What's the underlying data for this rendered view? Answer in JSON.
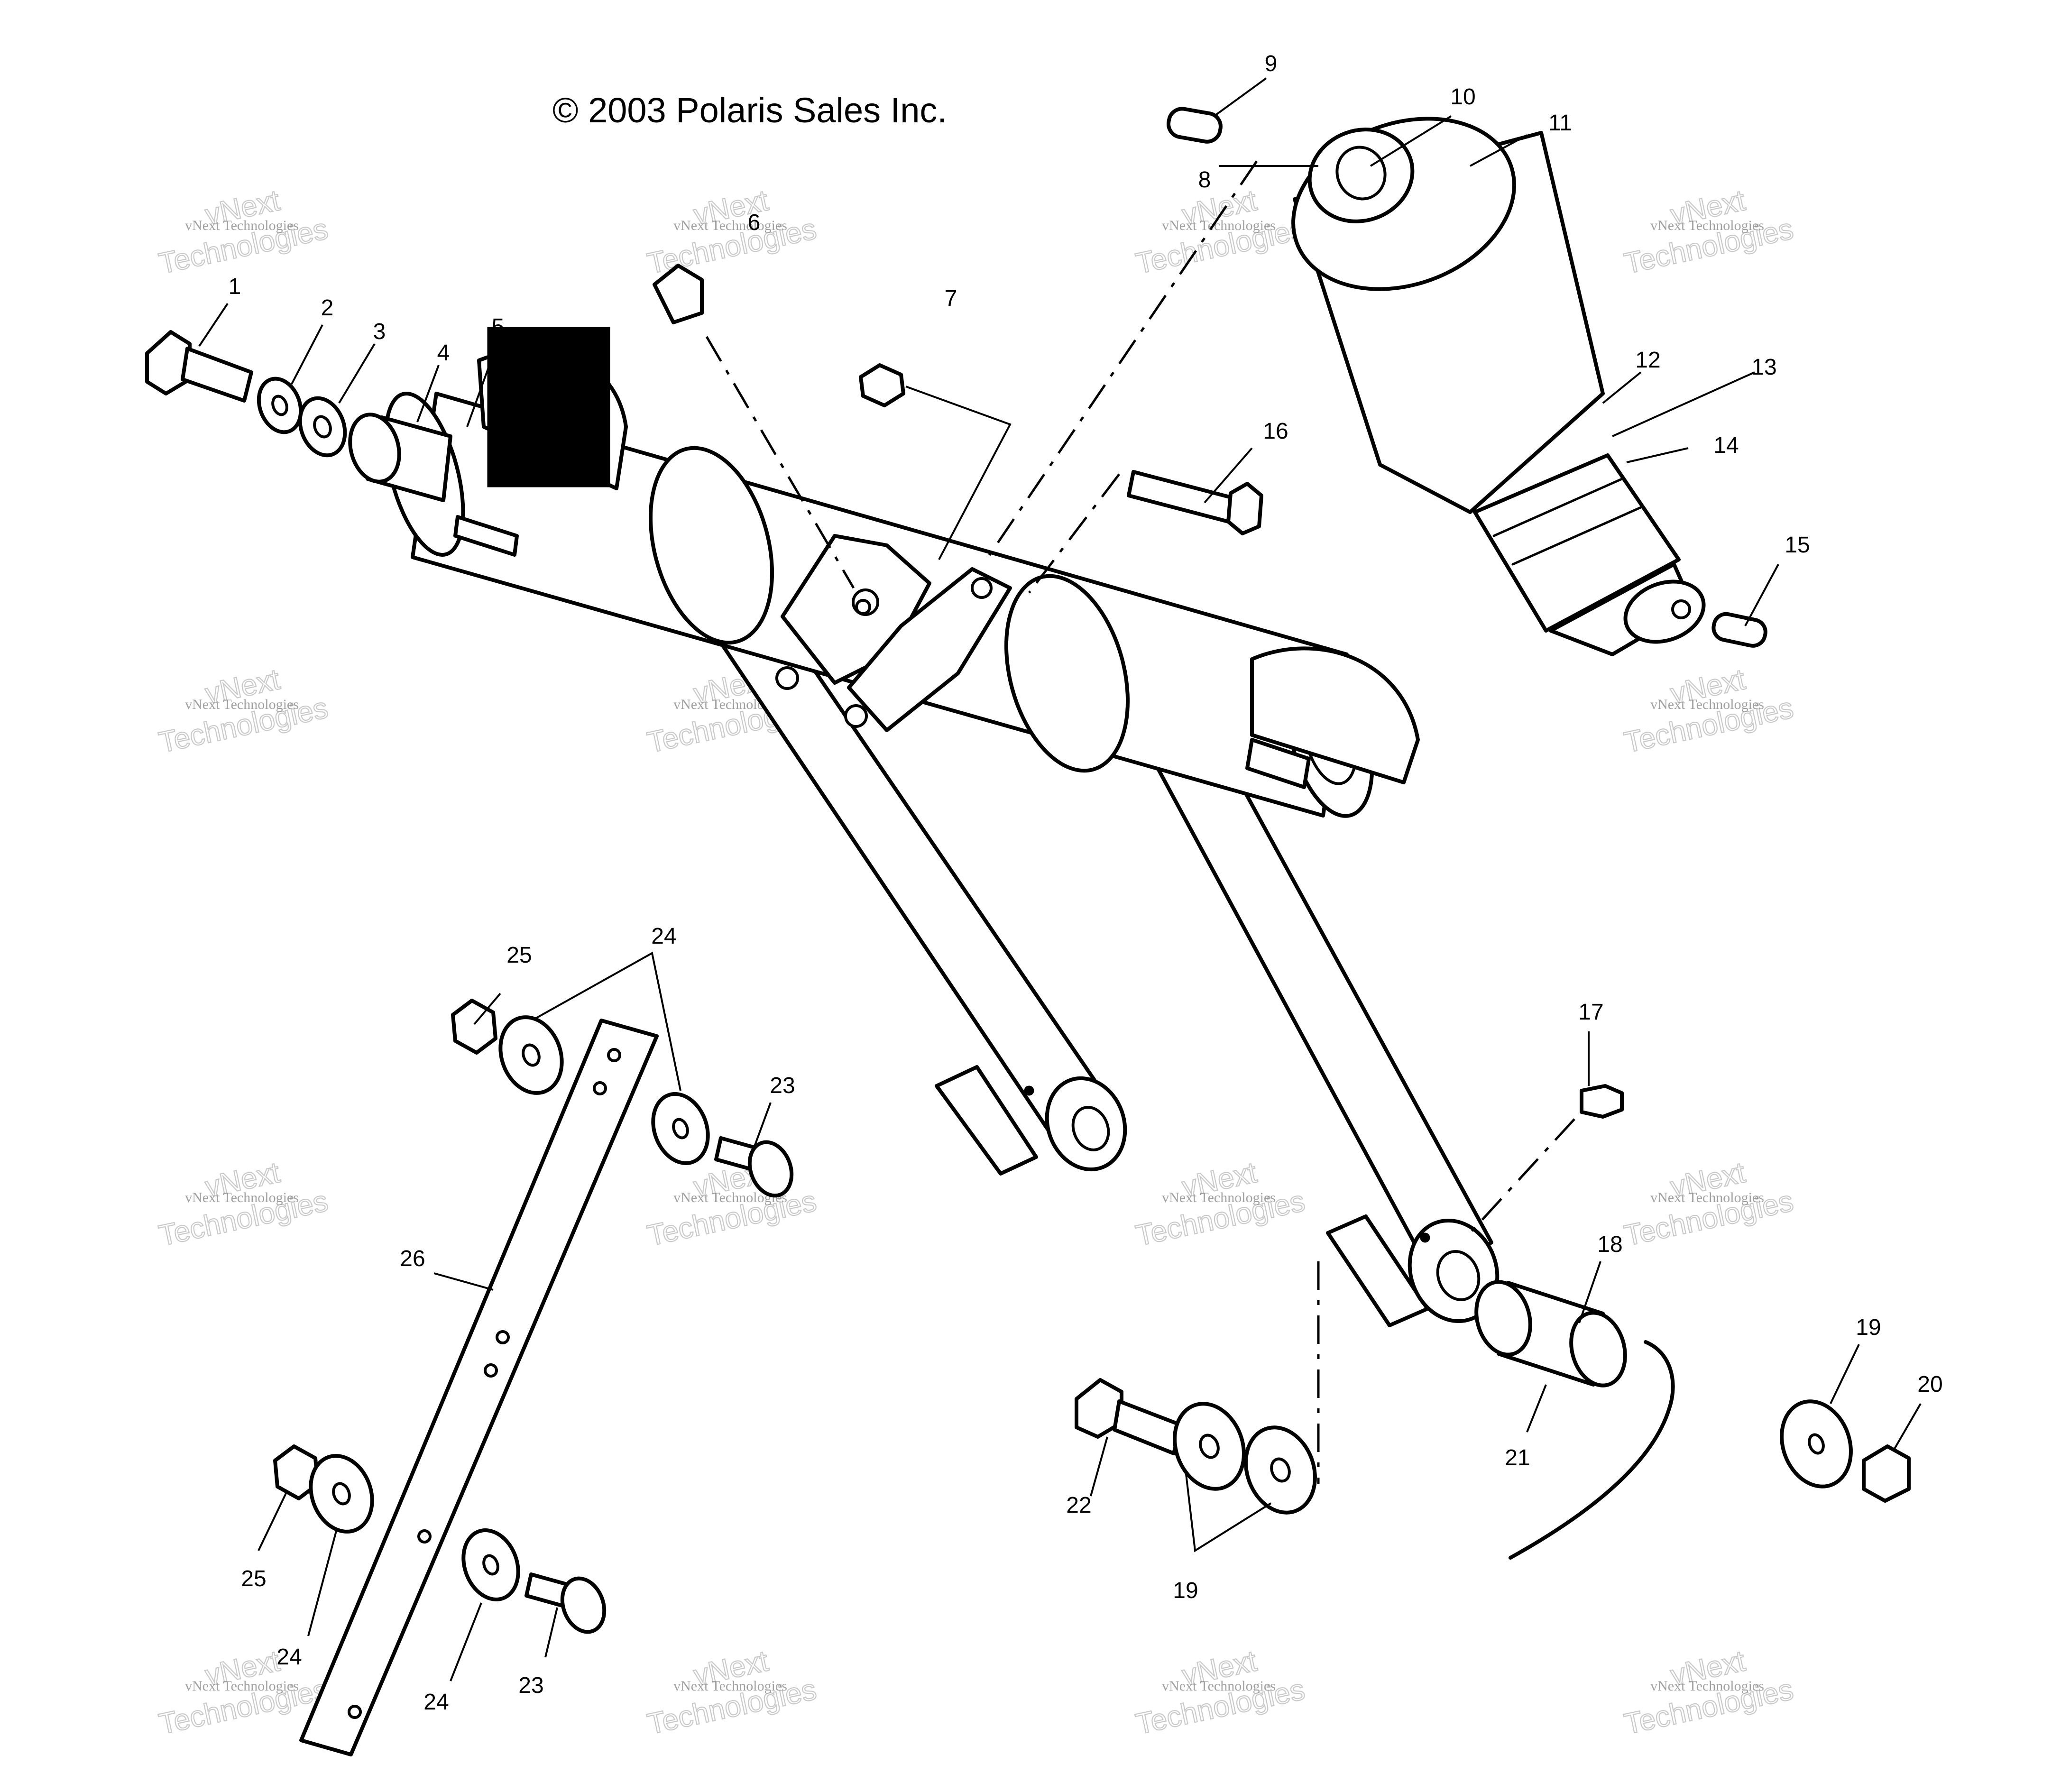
{
  "diagram": {
    "copyright": "© 2003 Polaris Sales Inc.",
    "callouts": [
      {
        "id": "c1",
        "label": "1"
      },
      {
        "id": "c2",
        "label": "2"
      },
      {
        "id": "c3",
        "label": "3"
      },
      {
        "id": "c4",
        "label": "4"
      },
      {
        "id": "c5",
        "label": "5"
      },
      {
        "id": "c6",
        "label": "6"
      },
      {
        "id": "c7",
        "label": "7"
      },
      {
        "id": "c8",
        "label": "8"
      },
      {
        "id": "c9",
        "label": "9"
      },
      {
        "id": "c10",
        "label": "10"
      },
      {
        "id": "c11",
        "label": "11"
      },
      {
        "id": "c12",
        "label": "12"
      },
      {
        "id": "c13",
        "label": "13"
      },
      {
        "id": "c14",
        "label": "14"
      },
      {
        "id": "c15",
        "label": "15"
      },
      {
        "id": "c16",
        "label": "16"
      },
      {
        "id": "c17",
        "label": "17"
      },
      {
        "id": "c18",
        "label": "18"
      },
      {
        "id": "c19a",
        "label": "19"
      },
      {
        "id": "c19b",
        "label": "19"
      },
      {
        "id": "c20",
        "label": "20"
      },
      {
        "id": "c21",
        "label": "21"
      },
      {
        "id": "c22",
        "label": "22"
      },
      {
        "id": "c23a",
        "label": "23"
      },
      {
        "id": "c23b",
        "label": "23"
      },
      {
        "id": "c24a",
        "label": "24"
      },
      {
        "id": "c24b",
        "label": "24"
      },
      {
        "id": "c24c",
        "label": "24"
      },
      {
        "id": "c25a",
        "label": "25"
      },
      {
        "id": "c25b",
        "label": "25"
      },
      {
        "id": "c26",
        "label": "26"
      }
    ]
  },
  "watermark": {
    "line1": "vNext Technologies",
    "line2": "vNext",
    "line3": "Technologies"
  }
}
